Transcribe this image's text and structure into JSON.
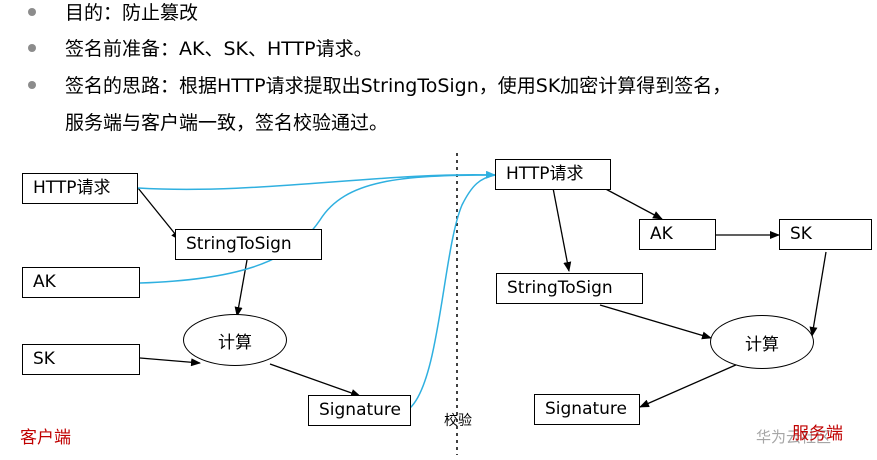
{
  "bullets": [
    "目的：防止篡改",
    "签名前准备：AK、SK、HTTP请求。",
    "签名的思路：根据HTTP请求提取出StringToSign，使用SK加密计算得到签名，",
    "服务端与客户端一致，签名校验通过。"
  ],
  "client": {
    "label": "客户端",
    "http_request": "HTTP请求",
    "string_to_sign": "StringToSign",
    "ak": "AK",
    "sk": "SK",
    "compute": "计算",
    "signature": "Signature"
  },
  "divider": {
    "label": "校验"
  },
  "server": {
    "label": "服务端",
    "http_request": "HTTP请求",
    "ak": "AK",
    "sk": "SK",
    "string_to_sign": "StringToSign",
    "compute": "计算",
    "signature": "Signature"
  },
  "watermark": "华为云社区",
  "colors": {
    "arrow": "#000000",
    "transfer": "#2fb0e0",
    "side_label": "#c00000",
    "bullet_dot": "#8c8c8c"
  }
}
